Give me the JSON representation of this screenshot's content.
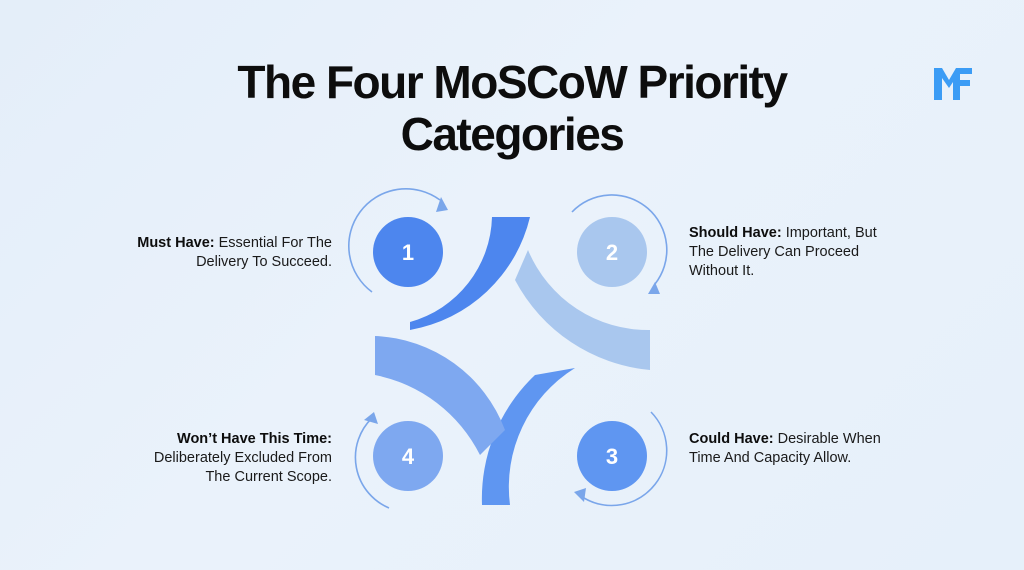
{
  "title": {
    "line1": "The Four MoSCoW Priority",
    "line2": "Categories"
  },
  "brand": {
    "logo_icon": "mf-logo-icon",
    "color": "#3b9cf5"
  },
  "colors": {
    "must": "#4d86ee",
    "should": "#a9c7ee",
    "could": "#5f96f1",
    "wont": "#7ea8f0",
    "arrow": "#7aa6ea"
  },
  "categories": [
    {
      "number": "1",
      "name": "Must Have:",
      "description": "Essential For The Delivery To Succeed."
    },
    {
      "number": "2",
      "name": "Should Have:",
      "description": "Important, But The Delivery Can Proceed Without It."
    },
    {
      "number": "3",
      "name": "Could Have:",
      "description": "Desirable When Time And Capacity Allow."
    },
    {
      "number": "4",
      "name": "Won’t Have This Time:",
      "description": "Deliberately Excluded From The Current Scope."
    }
  ]
}
